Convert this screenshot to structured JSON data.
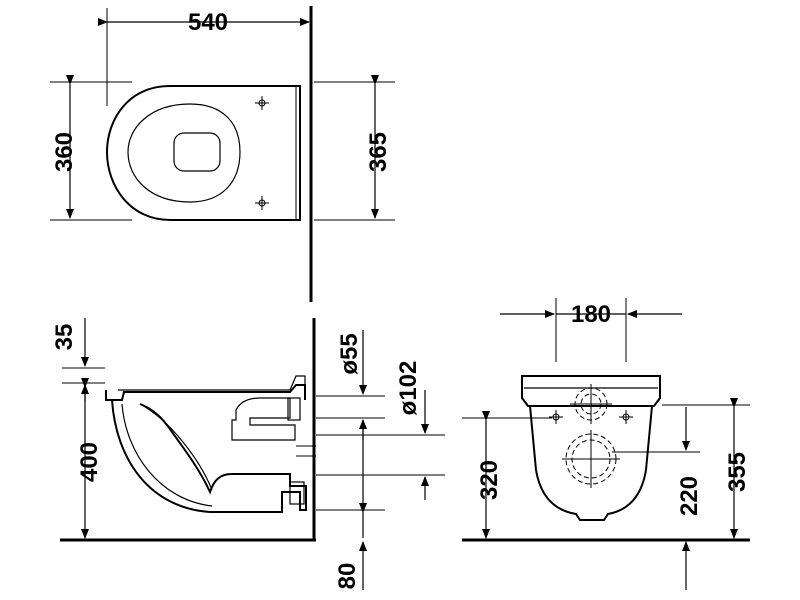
{
  "drawing": {
    "top_view": {
      "width_label": "540",
      "depth_label": "360",
      "wall_depth_label": "365"
    },
    "side_view": {
      "top_offset_label": "35",
      "rim_height_label": "400",
      "inlet_diameter_label": "ø55",
      "outlet_diameter_label": "ø102",
      "bottom_offset_label": "80"
    },
    "front_view": {
      "width_label": "180",
      "outlet_height_label": "320",
      "inlet_height_label": "220",
      "total_height_label": "355"
    }
  }
}
